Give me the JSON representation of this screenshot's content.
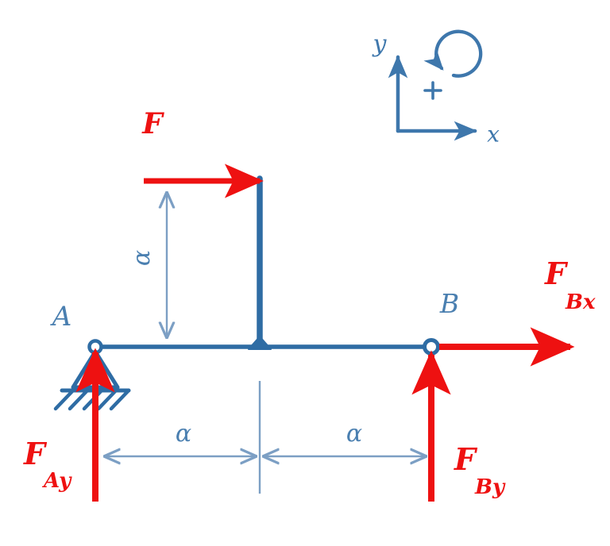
{
  "diagram": {
    "title": "Free body diagram of a T-shaped frame on pin and roller supports",
    "colors": {
      "blue": "#2E6CA4",
      "blue_light": "#7C9FC4",
      "red": "#EE1111",
      "background": "#FFFFFF"
    },
    "axes": {
      "y_label": "y",
      "x_label": "x",
      "moment_label": "+",
      "moment_sense": "counterclockwise"
    },
    "nodes": {
      "a_label": "A",
      "b_label": "B"
    },
    "forces": {
      "applied": {
        "label": "F",
        "direction": "right",
        "color": "#EE1111"
      },
      "reaction_ay": {
        "label": "F",
        "subscript": "Ay",
        "direction": "up",
        "color": "#EE1111"
      },
      "reaction_by": {
        "label": "F",
        "subscript": "By",
        "direction": "up",
        "color": "#EE1111"
      },
      "reaction_bx": {
        "label": "F",
        "subscript": "Bx",
        "direction": "right",
        "color": "#EE1111"
      }
    },
    "dimensions": {
      "vertical": {
        "label": "α",
        "orientation": "vertical",
        "description": "height of column from beam to force F"
      },
      "horizontal_left": {
        "label": "α",
        "orientation": "horizontal",
        "description": "distance from A to joint"
      },
      "horizontal_right": {
        "label": "α",
        "orientation": "horizontal",
        "description": "distance from joint to B"
      }
    },
    "supports": {
      "a_type": "pin-support-with-ground-hatching",
      "b_type": "roller-pin-circle"
    },
    "icons": {
      "pin_support": "triangle-support-icon",
      "ground": "ground-hatch-icon",
      "hinge": "hinge-circle-icon",
      "joint": "rigid-joint-icon",
      "moment": "curved-arrow-ccw-icon"
    }
  }
}
